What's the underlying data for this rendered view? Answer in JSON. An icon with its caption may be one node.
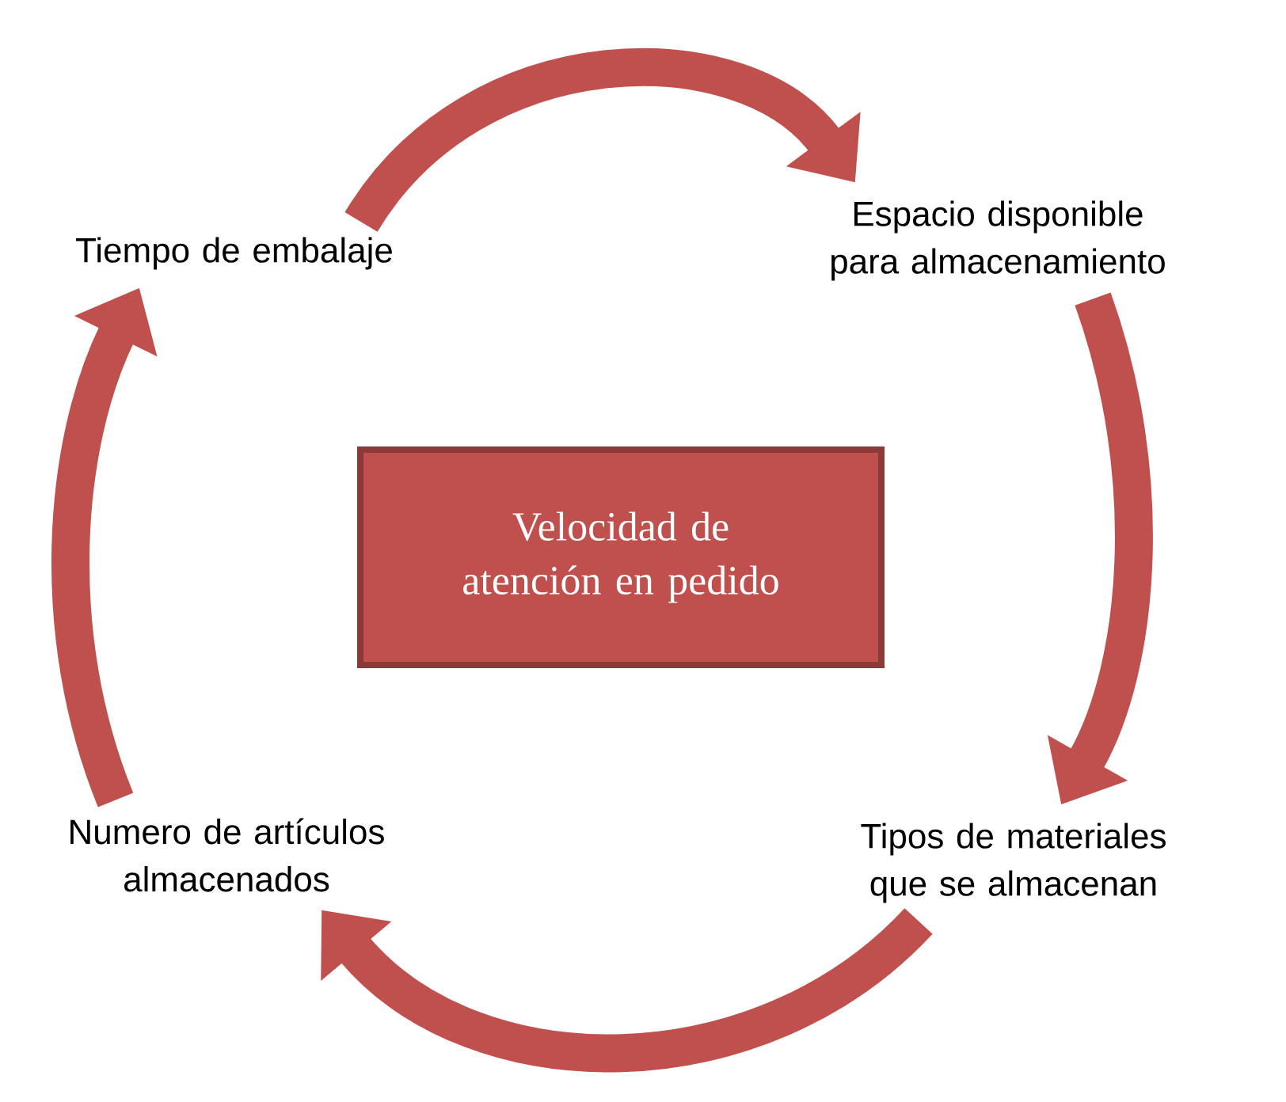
{
  "diagram": {
    "nodes": [
      {
        "text": [
          "Velocidad de atención en pedido"
        ]
      },
      {
        "text": [
          "Espacio disponible para almacenamiento"
        ]
      },
      {
        "text": [
          "Tipos de materiales que se almacenan"
        ]
      },
      {
        "text": [
          "Numero de artículos almacenados"
        ]
      },
      {
        "text": [
          "Tiempo de embalaje"
        ]
      }
    ],
    "edges": [
      {
        "from": 4,
        "to": 1,
        "arrow": "to"
      },
      {
        "from": 1,
        "to": 2,
        "arrow": "to"
      },
      {
        "from": 2,
        "to": 3,
        "arrow": "to"
      },
      {
        "from": 3,
        "to": 4,
        "arrow": "to"
      }
    ]
  }
}
